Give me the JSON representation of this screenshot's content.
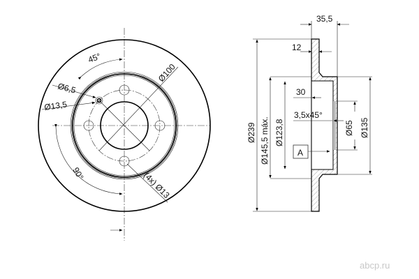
{
  "front_view": {
    "angle_top": "45°",
    "angle_bottom": "90°",
    "small_hole": "6,5",
    "small_hole_counterbore": "13,5",
    "bolt_circle": "100",
    "bolt_holes": "(4x)",
    "bolt_hole_dia": "13"
  },
  "side_view": {
    "overall_height": "35,5",
    "disc_thickness": "12",
    "outer_dia": "239",
    "hat_dia_max": "145,5 máx.",
    "inner_dia": "123,8",
    "hat_depth": "30",
    "chamfer": "3,5x45°",
    "center_bore": "65",
    "hat_outer": "135",
    "datum": "A"
  },
  "diameter_symbol": "Ø",
  "watermark": "abcp.ru"
}
